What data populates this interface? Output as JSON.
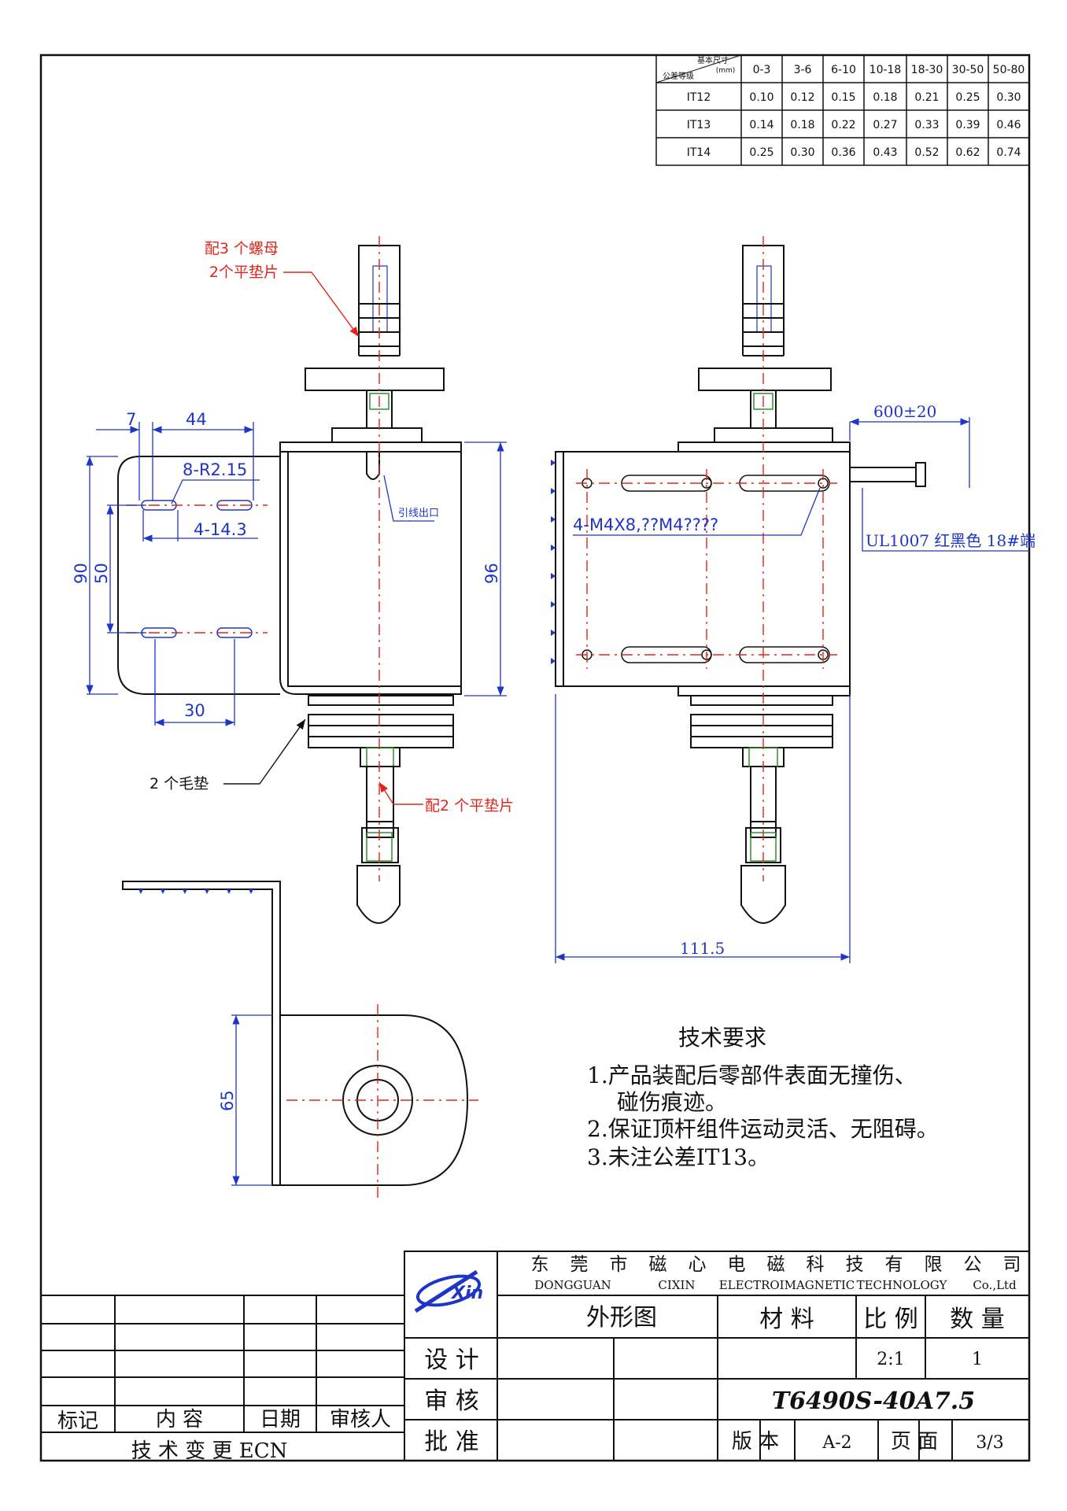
{
  "tolerance_table": {
    "corner_top": "基本尺寸",
    "corner_unit": "(mm)",
    "corner_bottom": "公差等级",
    "ranges": [
      "0-3",
      "3-6",
      "6-10",
      "10-18",
      "18-30",
      "30-50",
      "50-80"
    ],
    "rows": [
      {
        "grade": "IT12",
        "values": [
          "0.10",
          "0.12",
          "0.15",
          "0.18",
          "0.21",
          "0.25",
          "0.30"
        ]
      },
      {
        "grade": "IT13",
        "values": [
          "0.14",
          "0.18",
          "0.22",
          "0.27",
          "0.33",
          "0.39",
          "0.46"
        ]
      },
      {
        "grade": "IT14",
        "values": [
          "0.25",
          "0.30",
          "0.36",
          "0.43",
          "0.52",
          "0.62",
          "0.74"
        ]
      }
    ]
  },
  "annotations": {
    "nuts_line1": "配3 个螺母",
    "nuts_line2": "2个平垫片",
    "felt_pads": "2 个毛垫",
    "flat_washers": "配2 个平垫片",
    "lead_exit": "引线出口",
    "mounting_holes": "4-M4X8,??M4????",
    "wire_spec": "UL1007  红黑色  18#端"
  },
  "dimensions": {
    "d7": "7",
    "d44": "44",
    "r215": "8-R2.15",
    "slot": "4-14.3",
    "d90": "90",
    "d50": "50",
    "d30": "30",
    "d96": "96",
    "d600": "600±20",
    "d111": "111.5",
    "d65": "65"
  },
  "requirements": {
    "title": "技术要求",
    "item1_line1": "1.产品装配后零部件表面无撞伤、",
    "item1_line2": "碰伤痕迹。",
    "item2": "2.保证顶杆组件运动灵活、无阻碍。",
    "item3": "3.未注公差IT13。"
  },
  "title_block": {
    "logo": "Xin",
    "company_cn": [
      "东",
      "莞",
      "市",
      "磁",
      "心",
      "电",
      "磁",
      "科",
      "技",
      "有",
      "限",
      "公",
      "司"
    ],
    "company_en": [
      "DONGGUAN",
      "CIXIN",
      "ELECTROIMAGNETIC",
      "TECHNOLOGY",
      "Co.,Ltd"
    ],
    "drawing_name": "外形图",
    "material_label": "材  料",
    "scale_label": "比 例",
    "quantity_label": "数 量",
    "design_label": "设 计",
    "review_label": "审 核",
    "approve_label": "批 准",
    "scale": "2:1",
    "quantity": "1",
    "part_number": "T6490S-40A7.5",
    "version_label": "版 本",
    "version": "A-2",
    "page_label": "页 面",
    "page": "3/3",
    "rev_mark": "标记",
    "rev_content": "内      容",
    "rev_date": "日期",
    "rev_reviewer": "审核人",
    "ecn": "技  术  变  更  ECN"
  }
}
